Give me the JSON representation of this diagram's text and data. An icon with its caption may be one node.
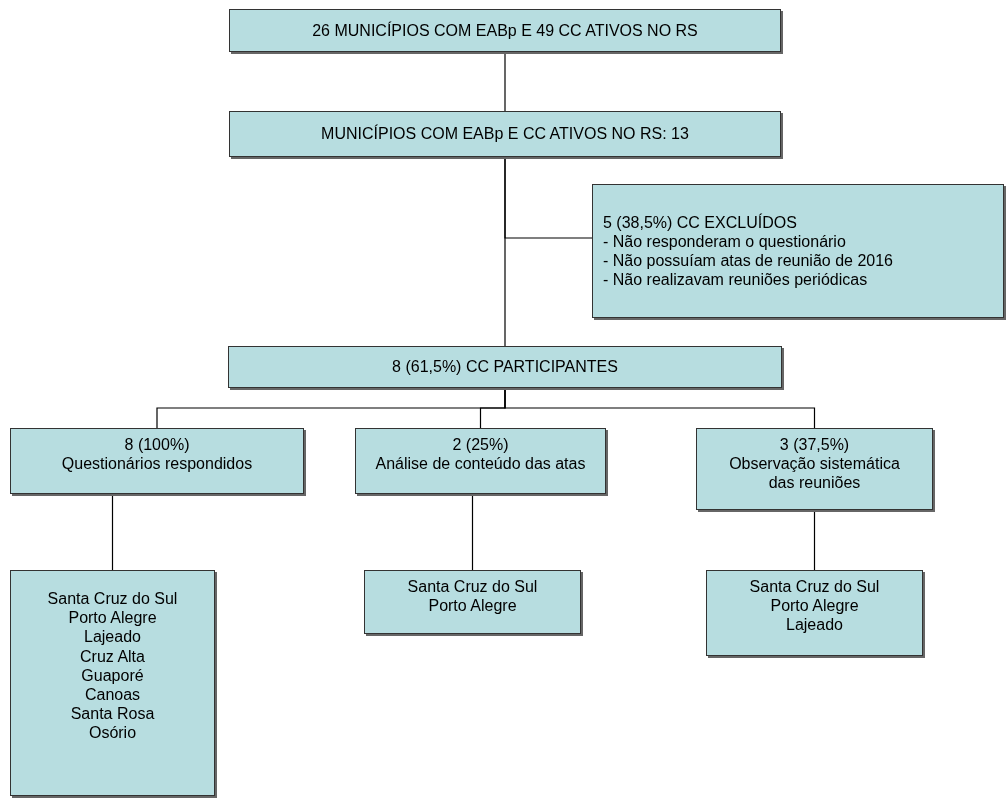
{
  "diagram": {
    "nodes": [
      {
        "text": [
          "26 MUNICÍPIOS COM EABp E 49 CC ATIVOS NO RS"
        ]
      },
      {
        "text": [
          "MUNICÍPIOS COM EABp E CC ATIVOS NO RS: 13"
        ]
      },
      {
        "text": [
          "5 (38,5%) CC EXCLUÍDOS",
          "- Não responderam o questionário",
          "- Não possuíam atas de reunião de 2016",
          "- Não realizavam reuniões periódicas"
        ]
      },
      {
        "text": [
          "8 (61,5%) CC PARTICIPANTES"
        ]
      },
      {
        "text": [
          "8 (100%)",
          "Questionários respondidos"
        ]
      },
      {
        "text": [
          "2 (25%)",
          "Análise de conteúdo das atas"
        ]
      },
      {
        "text": [
          "3 (37,5%)",
          "Observação sistemática das reuniões"
        ]
      },
      {
        "text": [
          "Santa Cruz do Sul",
          "Porto Alegre",
          "Lajeado",
          "Cruz Alta",
          "Guaporé",
          "Canoas",
          "Santa Rosa",
          "Osório"
        ]
      },
      {
        "text": [
          "Santa Cruz do Sul",
          "Porto Alegre"
        ]
      },
      {
        "text": [
          "Santa Cruz do Sul",
          "Porto Alegre",
          "Lajeado"
        ]
      }
    ],
    "edges": [
      {
        "from": 0,
        "to": 1,
        "arrow": "none"
      },
      {
        "from": 1,
        "to": 2,
        "arrow": "none"
      },
      {
        "from": 1,
        "to": 3,
        "arrow": "none"
      },
      {
        "from": 3,
        "to": 4,
        "arrow": "none"
      },
      {
        "from": 3,
        "to": 5,
        "arrow": "none"
      },
      {
        "from": 3,
        "to": 6,
        "arrow": "none"
      },
      {
        "from": 4,
        "to": 7,
        "arrow": "none"
      },
      {
        "from": 5,
        "to": 8,
        "arrow": "none"
      },
      {
        "from": 6,
        "to": 9,
        "arrow": "none"
      }
    ]
  }
}
